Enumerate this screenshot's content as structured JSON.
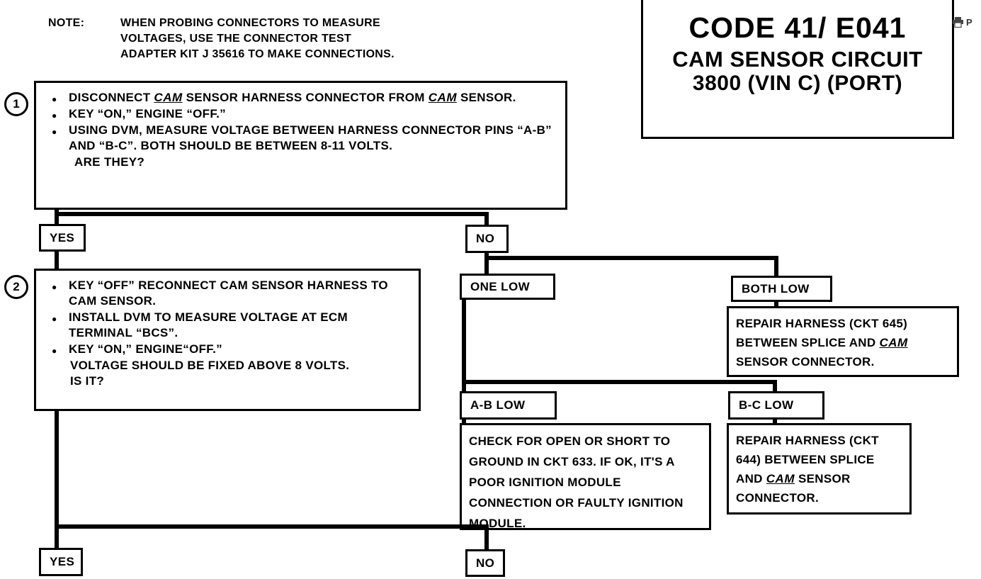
{
  "note": {
    "label": "NOTE:",
    "lines": [
      "WHEN PROBING CONNECTORS TO MEASURE",
      "VOLTAGES, USE THE CONNECTOR TEST",
      "ADAPTER KIT J 35616 TO MAKE CONNECTIONS."
    ]
  },
  "header": {
    "code": "CODE 41/ E041",
    "title": "CAM SENSOR CIRCUIT",
    "subtitle": "3800  (VIN C)  (PORT)",
    "print_label": "P"
  },
  "flow": {
    "step1": {
      "number": "1",
      "item1_pre": "DISCONNECT ",
      "item1_cam1": "CAM",
      "item1_mid": " SENSOR HARNESS CONNECTOR FROM ",
      "item1_cam2": "CAM",
      "item1_post": " SENSOR.",
      "item2": "KEY “ON,” ENGINE “OFF.”",
      "item3": "USING DVM, MEASURE VOLTAGE BETWEEN HARNESS CONNECTOR PINS “A-B” AND “B-C”.  BOTH SHOULD BE BETWEEN 8-11 VOLTS.",
      "item3_question": "ARE THEY?"
    },
    "label_yes_1": "YES",
    "label_no_1": "NO",
    "step2": {
      "number": "2",
      "item1": "KEY “OFF” RECONNECT CAM SENSOR HARNESS TO CAM SENSOR.",
      "item2": "INSTALL DVM TO MEASURE VOLTAGE AT ECM TERMINAL “BCS”.",
      "item3": "KEY “ON,” ENGINE“OFF.”",
      "item3_line2": "VOLTAGE SHOULD BE FIXED ABOVE 8 VOLTS.",
      "item3_question": "IS IT?"
    },
    "label_one_low": "ONE LOW",
    "label_both_low": "BOTH LOW",
    "label_ab_low": "A-B LOW",
    "label_bc_low": "B-C  LOW",
    "result_645_pre": "REPAIR HARNESS (CKT 645) BETWEEN SPLICE AND ",
    "result_645_cam": "CAM",
    "result_645_post": " SENSOR CONNECTOR.",
    "result_633": "CHECK FOR OPEN OR SHORT TO GROUND IN CKT 633.  IF OK, IT'S A POOR IGNITION MODULE CONNECTION OR FAULTY IGNITION MODULE.",
    "result_644_pre": "REPAIR HARNESS (CKT 644) BETWEEN SPLICE AND ",
    "result_644_cam": "CAM",
    "result_644_post": " SENSOR CONNECTOR.",
    "label_yes_2": "YES",
    "label_no_2": "NO"
  }
}
